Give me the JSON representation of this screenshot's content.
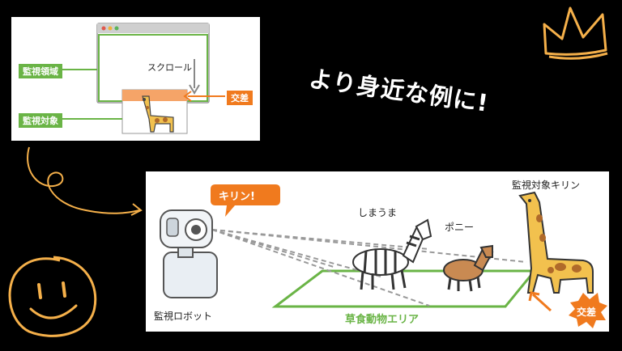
{
  "headline": "より身近な例に!",
  "top_diagram": {
    "watch_area_label": "監視領域",
    "watch_target_label": "監視対象",
    "scroll_label": "スクロール",
    "intersect_label": "交差"
  },
  "bottom_diagram": {
    "speech_text": "キリン!",
    "zebra_label": "しまうま",
    "pony_label": "ポニー",
    "giraffe_label": "監視対象キリン",
    "robot_label": "監視ロボット",
    "area_label": "草食動物エリア",
    "intersect_label": "交差"
  },
  "colors": {
    "green": "#6ab446",
    "orange": "#f07a1e",
    "doodle": "#f5b04a"
  }
}
